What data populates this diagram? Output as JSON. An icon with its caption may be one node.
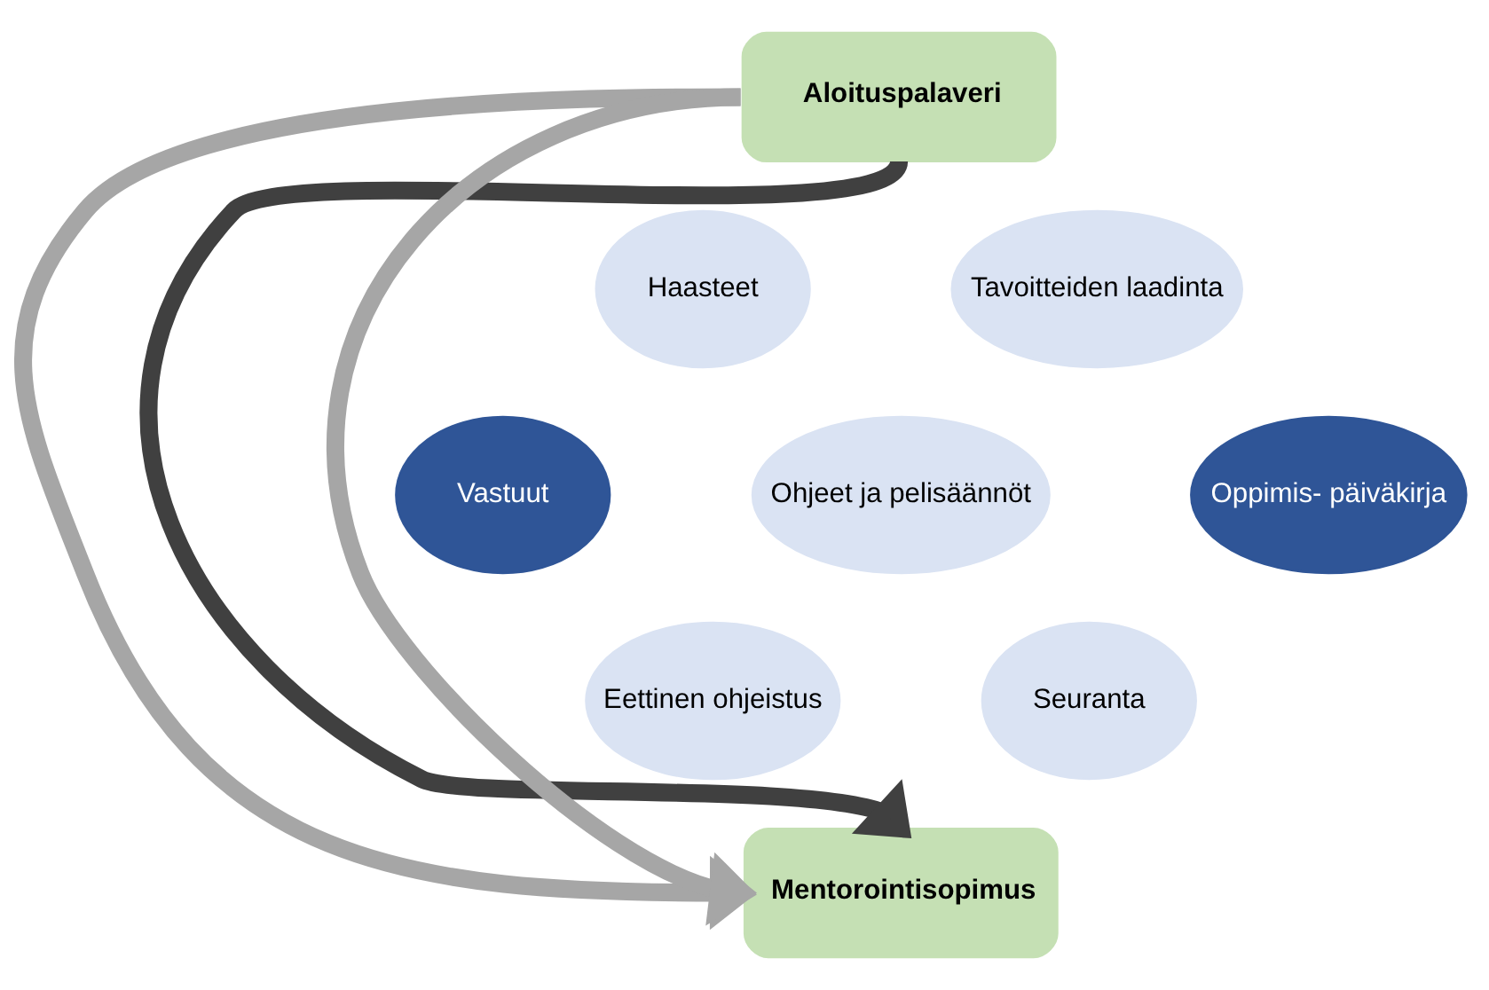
{
  "diagram": {
    "nodes": [
      {
        "text": [
          "Aloituspalaveri"
        ]
      },
      {
        "text": [
          "Haasteet"
        ]
      },
      {
        "text": [
          "Tavoitteiden laadinta"
        ]
      },
      {
        "text": [
          "Vastuut"
        ]
      },
      {
        "text": [
          "Ohjeet ja pelisäännöt"
        ]
      },
      {
        "text": [
          "Oppimis- päiväkirja"
        ]
      },
      {
        "text": [
          "Eettinen ohjeistus"
        ]
      },
      {
        "text": [
          "Seuranta"
        ]
      },
      {
        "text": [
          "Mentorointisopimus"
        ]
      }
    ],
    "edges": [
      {
        "from": 0,
        "to": 8,
        "arrow": "to"
      },
      {
        "from": 0,
        "to": 8,
        "arrow": "to",
        "color": "#404040"
      },
      {
        "from": 0,
        "to": 8,
        "arrow": "to"
      }
    ]
  }
}
